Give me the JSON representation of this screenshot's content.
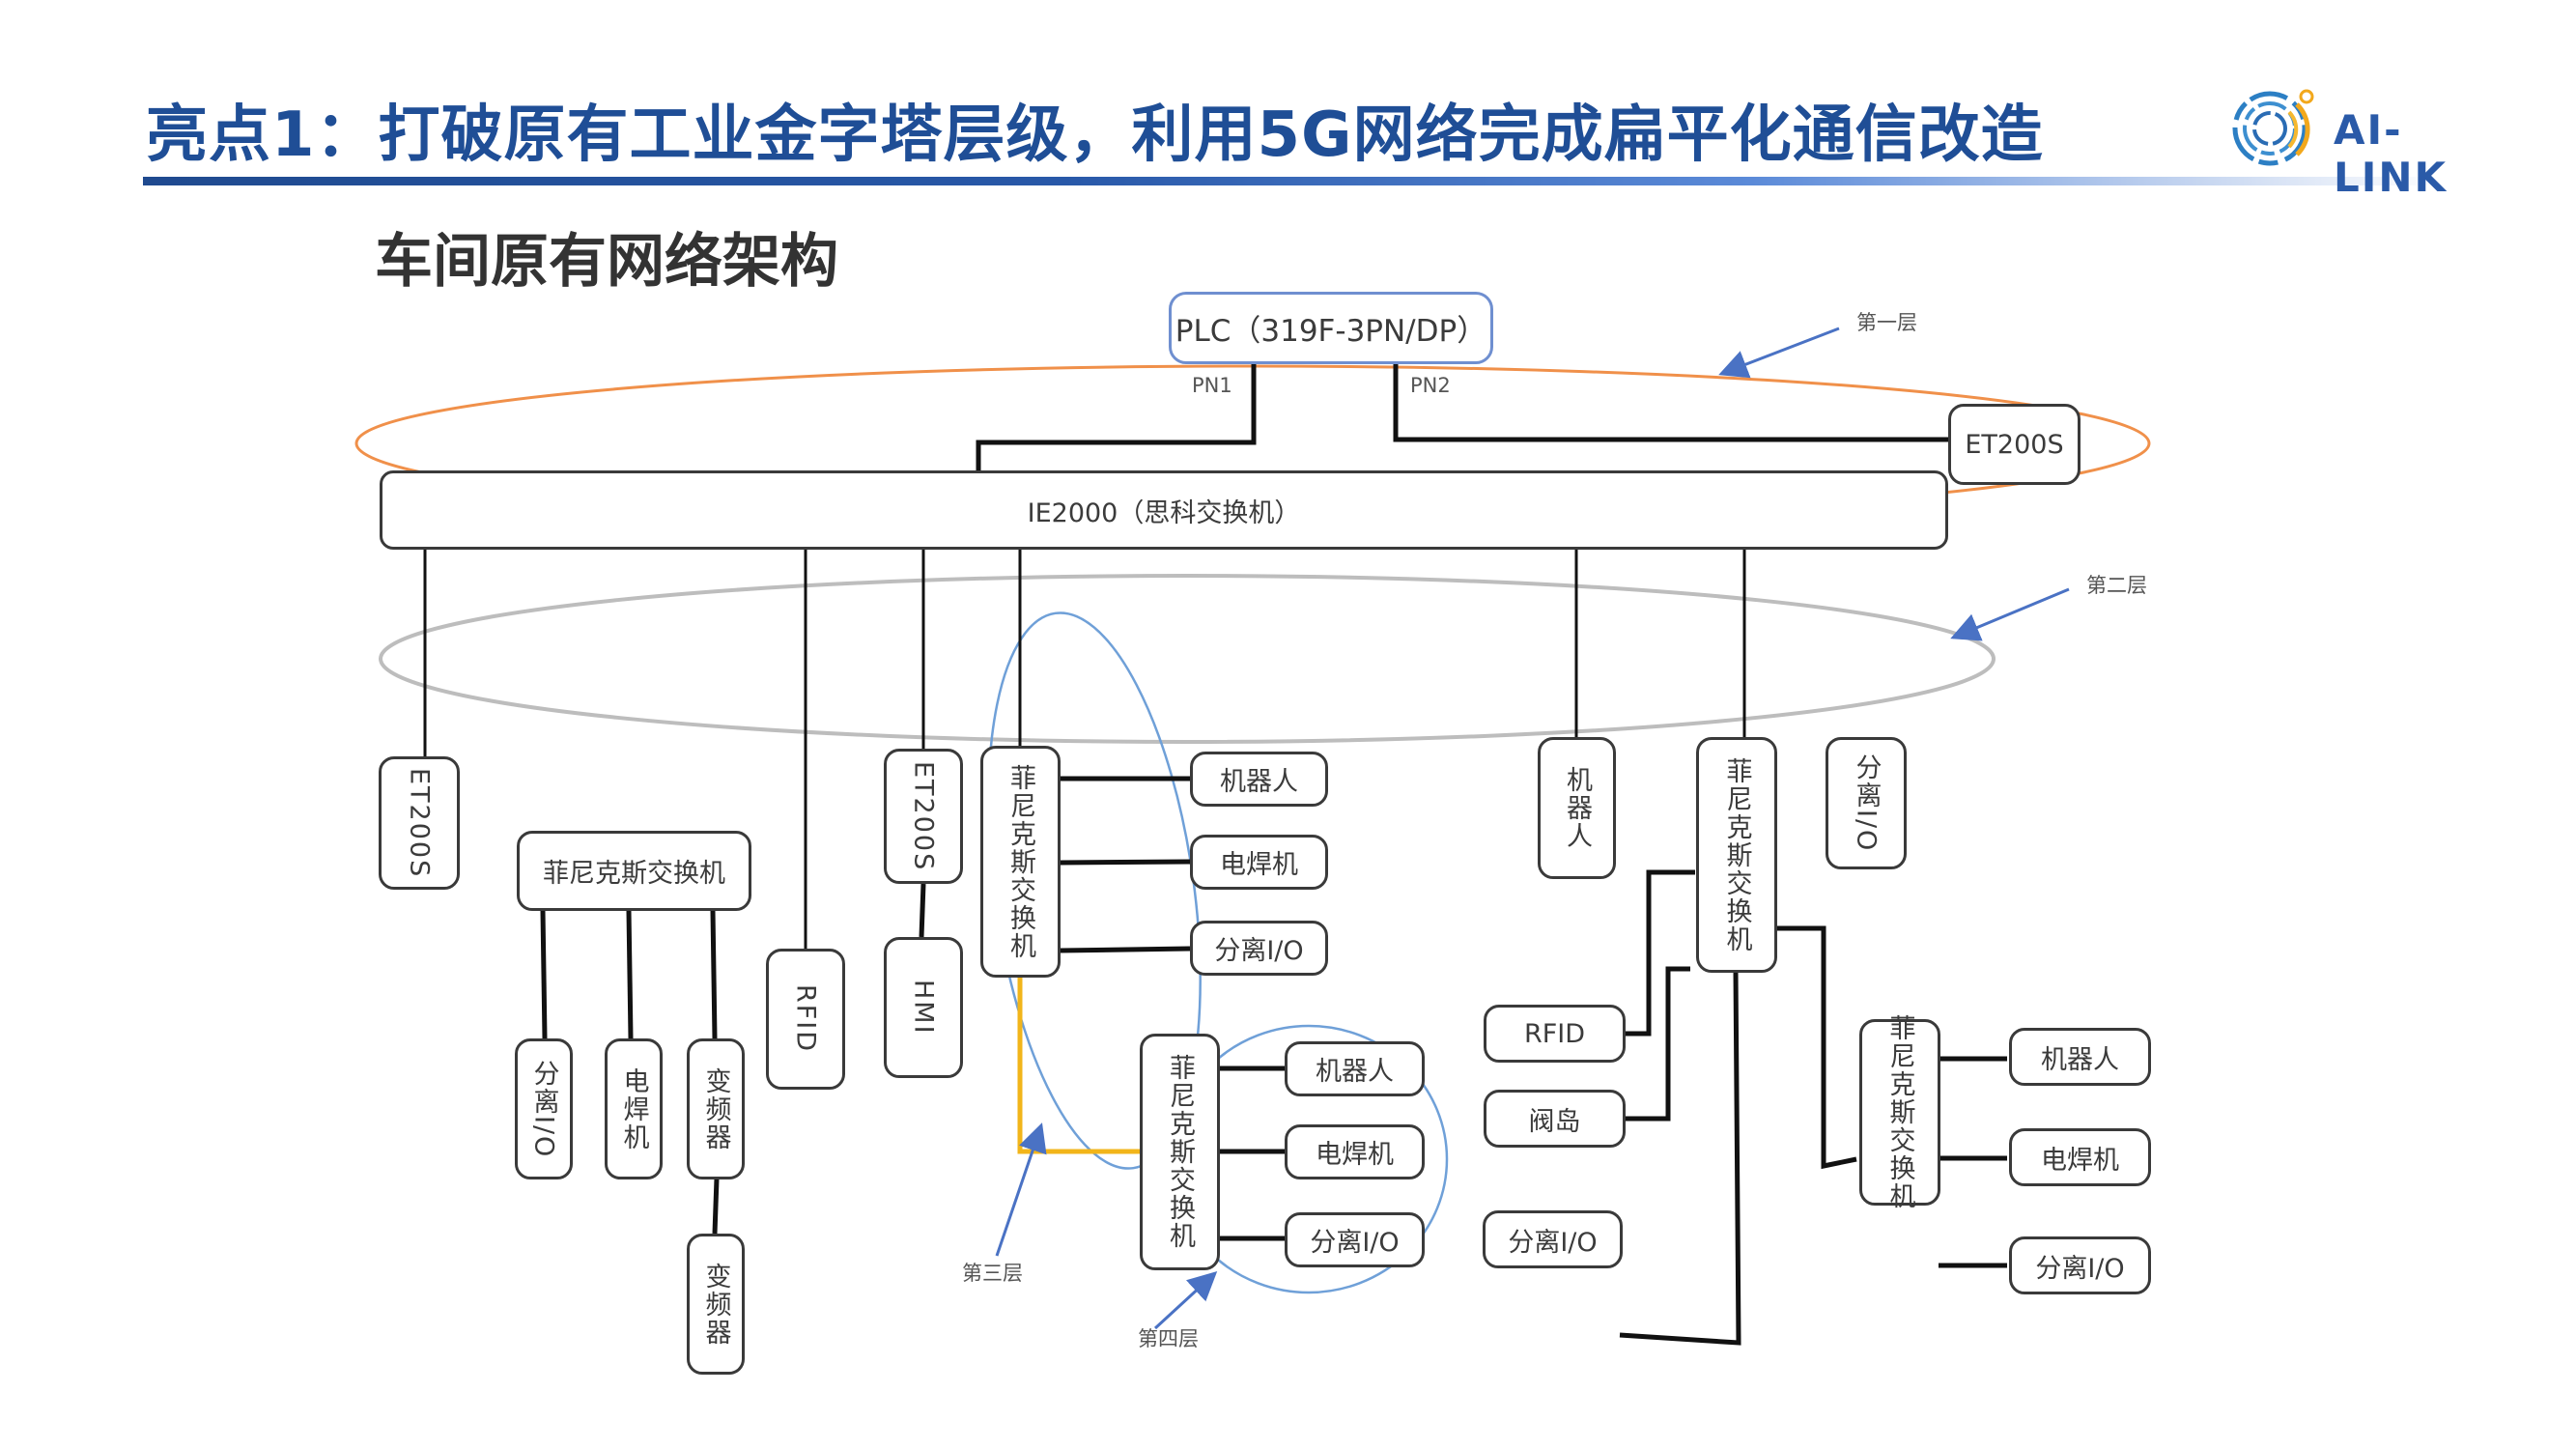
{
  "header": {
    "title": "亮点1：打破原有工业金字塔层级，利用5G网络完成扁平化通信改造",
    "logo_text": "AI-LINK",
    "subtitle": "车间原有网络架构"
  },
  "colors": {
    "title": "#1f4e96",
    "layer1_ring": "#f0904a",
    "layer2_ring": "#b8b8b8",
    "layer3_4_ring": "#6fa0d8",
    "yellow_link": "#f2b51a",
    "arrow": "#4a72c4"
  },
  "diagram": {
    "plc": "PLC（319F-3PN/DP）",
    "port_pn1": "PN1",
    "port_pn2": "PN2",
    "et200s_top": "ET200S",
    "ie2000": "IE2000（思科交换机）",
    "layer_labels": {
      "layer1": "第一层",
      "layer2": "第二层",
      "layer3": "第三层",
      "layer4": "第四层"
    },
    "left_group": {
      "et200s": "ET200S",
      "switch": "菲尼克斯交换机",
      "io": "分离I/O",
      "welder": "电焊机",
      "vfd1": "变频器",
      "vfd2": "变频器",
      "rfid": "RFID",
      "et200s_2": "ET200S",
      "hmi": "HMI"
    },
    "middle_group": {
      "switch_a": "菲尼克斯交换机",
      "robot_a": "机器人",
      "welder_a": "电焊机",
      "io_a": "分离I/O",
      "switch_b": "菲尼克斯交换机",
      "robot_b": "机器人",
      "welder_b": "电焊机",
      "io_b": "分离I/O"
    },
    "right_group": {
      "robot_v": "机器人",
      "switch_c": "菲尼克斯交换机",
      "io_v": "分离I/O",
      "rfid": "RFID",
      "valve_island": "阀岛",
      "io_bottom": "分离I/O",
      "switch_d": "菲尼克斯交换机",
      "robot_d": "机器人",
      "welder_d": "电焊机",
      "io_d": "分离I/O"
    }
  }
}
